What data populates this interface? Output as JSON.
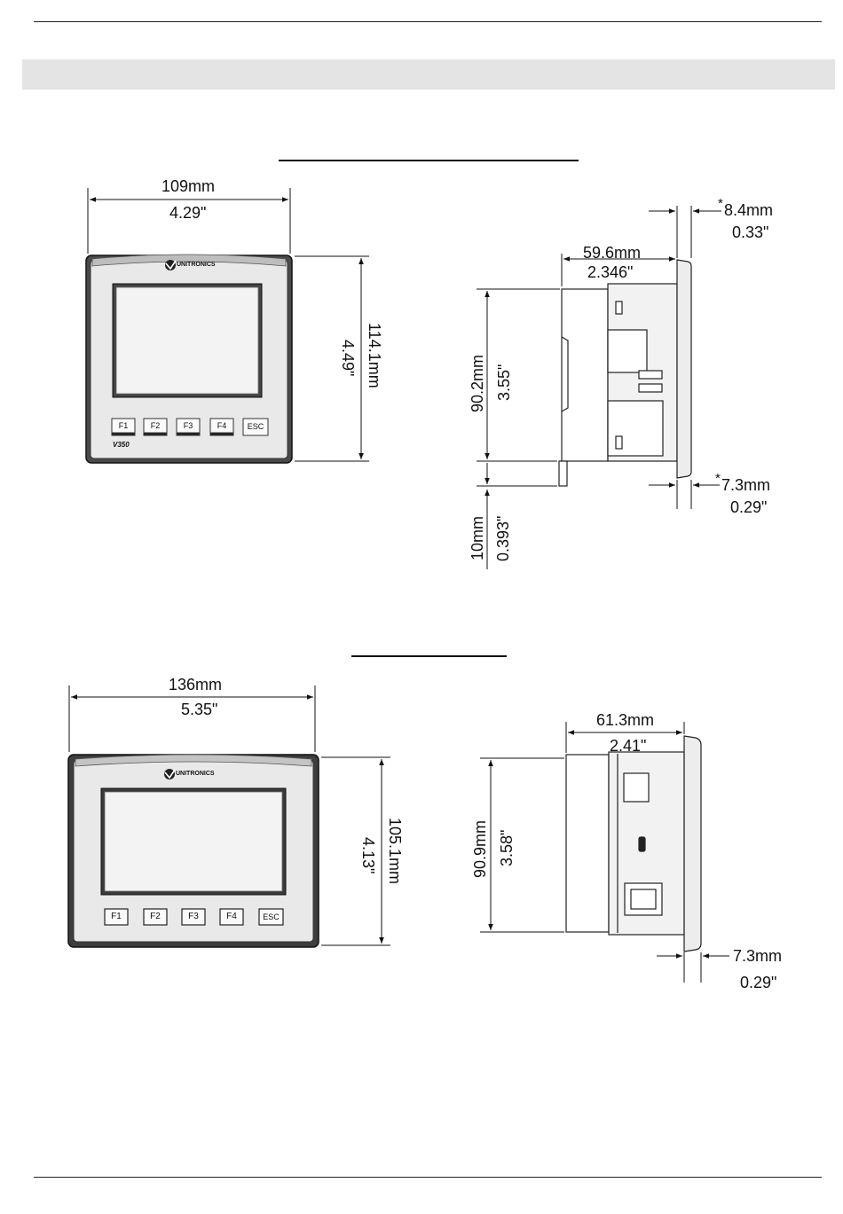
{
  "brand": "UNITRONICS",
  "v350": {
    "model_label": "V350",
    "keys": [
      "F1",
      "F2",
      "F3",
      "F4",
      "ESC"
    ],
    "front": {
      "width_mm": "109mm",
      "width_in": "4.29\"",
      "height_mm": "114.1mm",
      "height_in": "4.49\""
    },
    "side": {
      "depth_mm": "59.6mm",
      "depth_in": "2.346\"",
      "body_mm": "90.2mm",
      "body_in": "3.55\"",
      "top_mm": "8.4mm",
      "top_in": "0.33\"",
      "bottom_mm": "7.3mm",
      "bottom_in": "0.29\"",
      "din_mm": "10mm",
      "din_in": "0.393\"",
      "asterisk": "*"
    }
  },
  "v430": {
    "keys": [
      "F1",
      "F2",
      "F3",
      "F4",
      "ESC"
    ],
    "front": {
      "width_mm": "136mm",
      "width_in": "5.35\"",
      "height_mm": "105.1mm",
      "height_in": "4.13\""
    },
    "side": {
      "depth_mm": "61.3mm",
      "depth_in": "2.41\"",
      "body_mm": "90.9mm",
      "body_in": "3.58\"",
      "bezel_mm": "7.3mm",
      "bezel_in": "0.29\""
    }
  }
}
